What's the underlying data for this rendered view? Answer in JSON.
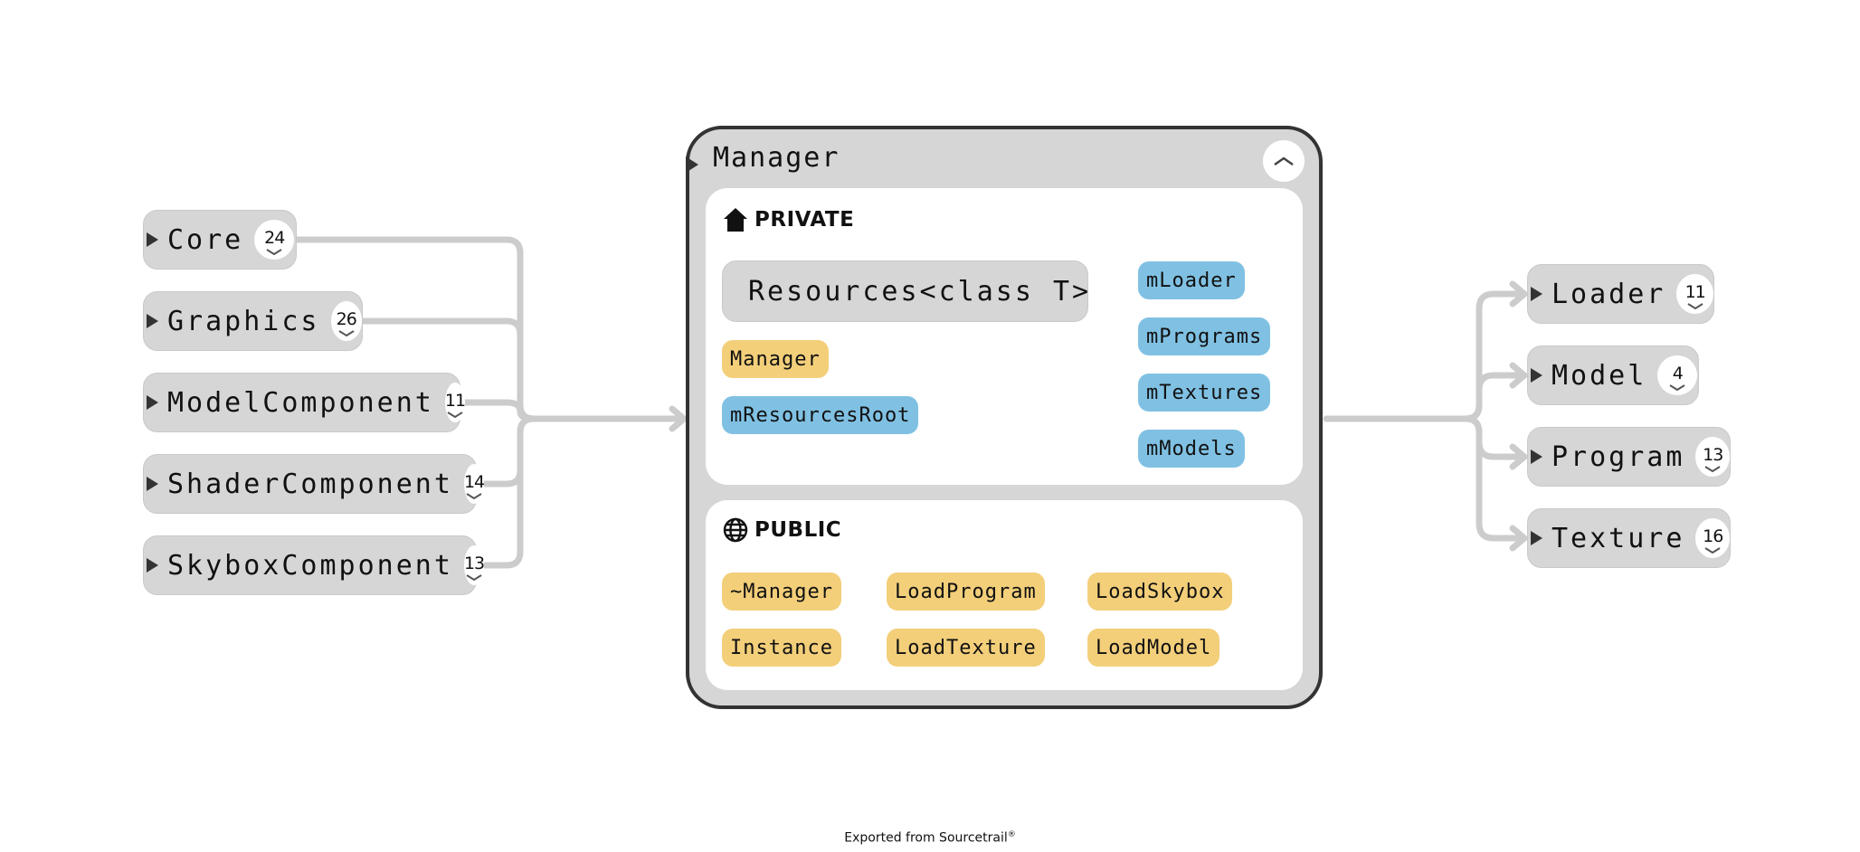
{
  "footer": {
    "text": "Exported from Sourcetrail",
    "mark": "®"
  },
  "colors": {
    "function": "#f3cf7a",
    "variable": "#80c1e3",
    "node": "#d6d6d6",
    "edge": "#cccccc",
    "focus_border": "#333333"
  },
  "incoming": [
    {
      "label": "Core",
      "count": "24"
    },
    {
      "label": "Graphics",
      "count": "26"
    },
    {
      "label": "ModelComponent",
      "count": "11"
    },
    {
      "label": "ShaderComponent",
      "count": "14"
    },
    {
      "label": "SkyboxComponent",
      "count": "13"
    }
  ],
  "outgoing": [
    {
      "label": "Loader",
      "count": "11"
    },
    {
      "label": "Model",
      "count": "4"
    },
    {
      "label": "Program",
      "count": "13"
    },
    {
      "label": "Texture",
      "count": "16"
    }
  ],
  "manager": {
    "title": "Manager",
    "collapse_icon": "chevron-up-icon",
    "private": {
      "heading": "PRIVATE",
      "icon": "house-icon",
      "nested_type": {
        "label": "Resources<class T>",
        "icon": "enter-arrow-icon"
      },
      "functions": [
        "Manager"
      ],
      "variables_left": [
        "mResourcesRoot"
      ],
      "variables_right": [
        "mLoader",
        "mPrograms",
        "mTextures",
        "mModels"
      ]
    },
    "public": {
      "heading": "PUBLIC",
      "icon": "globe-icon",
      "functions": [
        "~Manager",
        "LoadProgram",
        "LoadSkybox",
        "Instance",
        "LoadTexture",
        "LoadModel"
      ]
    }
  }
}
